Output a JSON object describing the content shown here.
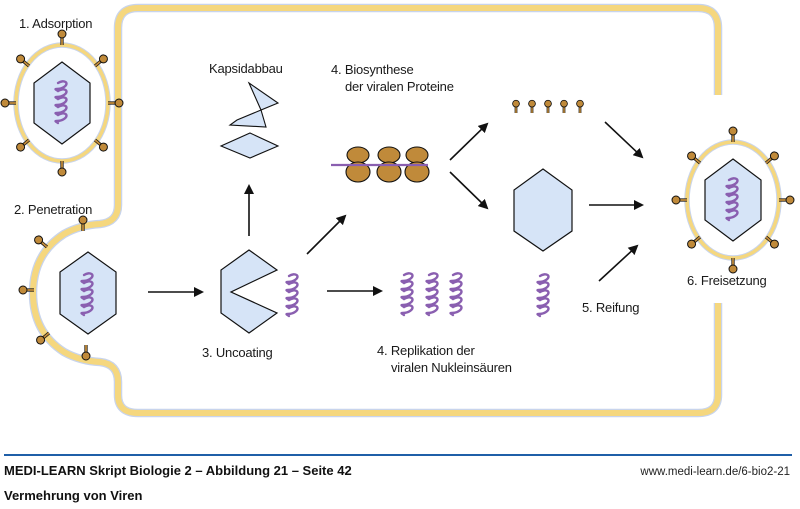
{
  "diagram": {
    "title": "Vermehrung von Viren",
    "steps": {
      "adsorption": "1. Adsorption",
      "penetration": "2. Penetration",
      "uncoating": "3. Uncoating",
      "kapsidabbau": "Kapsidabbau",
      "biosynthese_line1": "4. Biosynthese",
      "biosynthese_line2": "der viralen Proteine",
      "replikation_line1": "4. Replikation der",
      "replikation_line2": "viralen Nukleinsäuren",
      "reifung": "5. Reifung",
      "freisetzung": "6. Freisetzung"
    },
    "colors": {
      "membrane": "#f5d77e",
      "membrane_edge": "#c8d4ec",
      "capsid_fill": "#d6e4f7",
      "nucleic_acid": "#8a5fb0",
      "protein": "#c08a3a",
      "outline": "#1a1a1a"
    }
  },
  "footer": {
    "title": "MEDI-LEARN Skript Biologie 2 – Abbildung 21 – Seite 42",
    "subtitle": "Vermehrung von Viren",
    "url": "www.medi-learn.de/6-bio2-21",
    "rule_color": "#1f5fa8"
  }
}
